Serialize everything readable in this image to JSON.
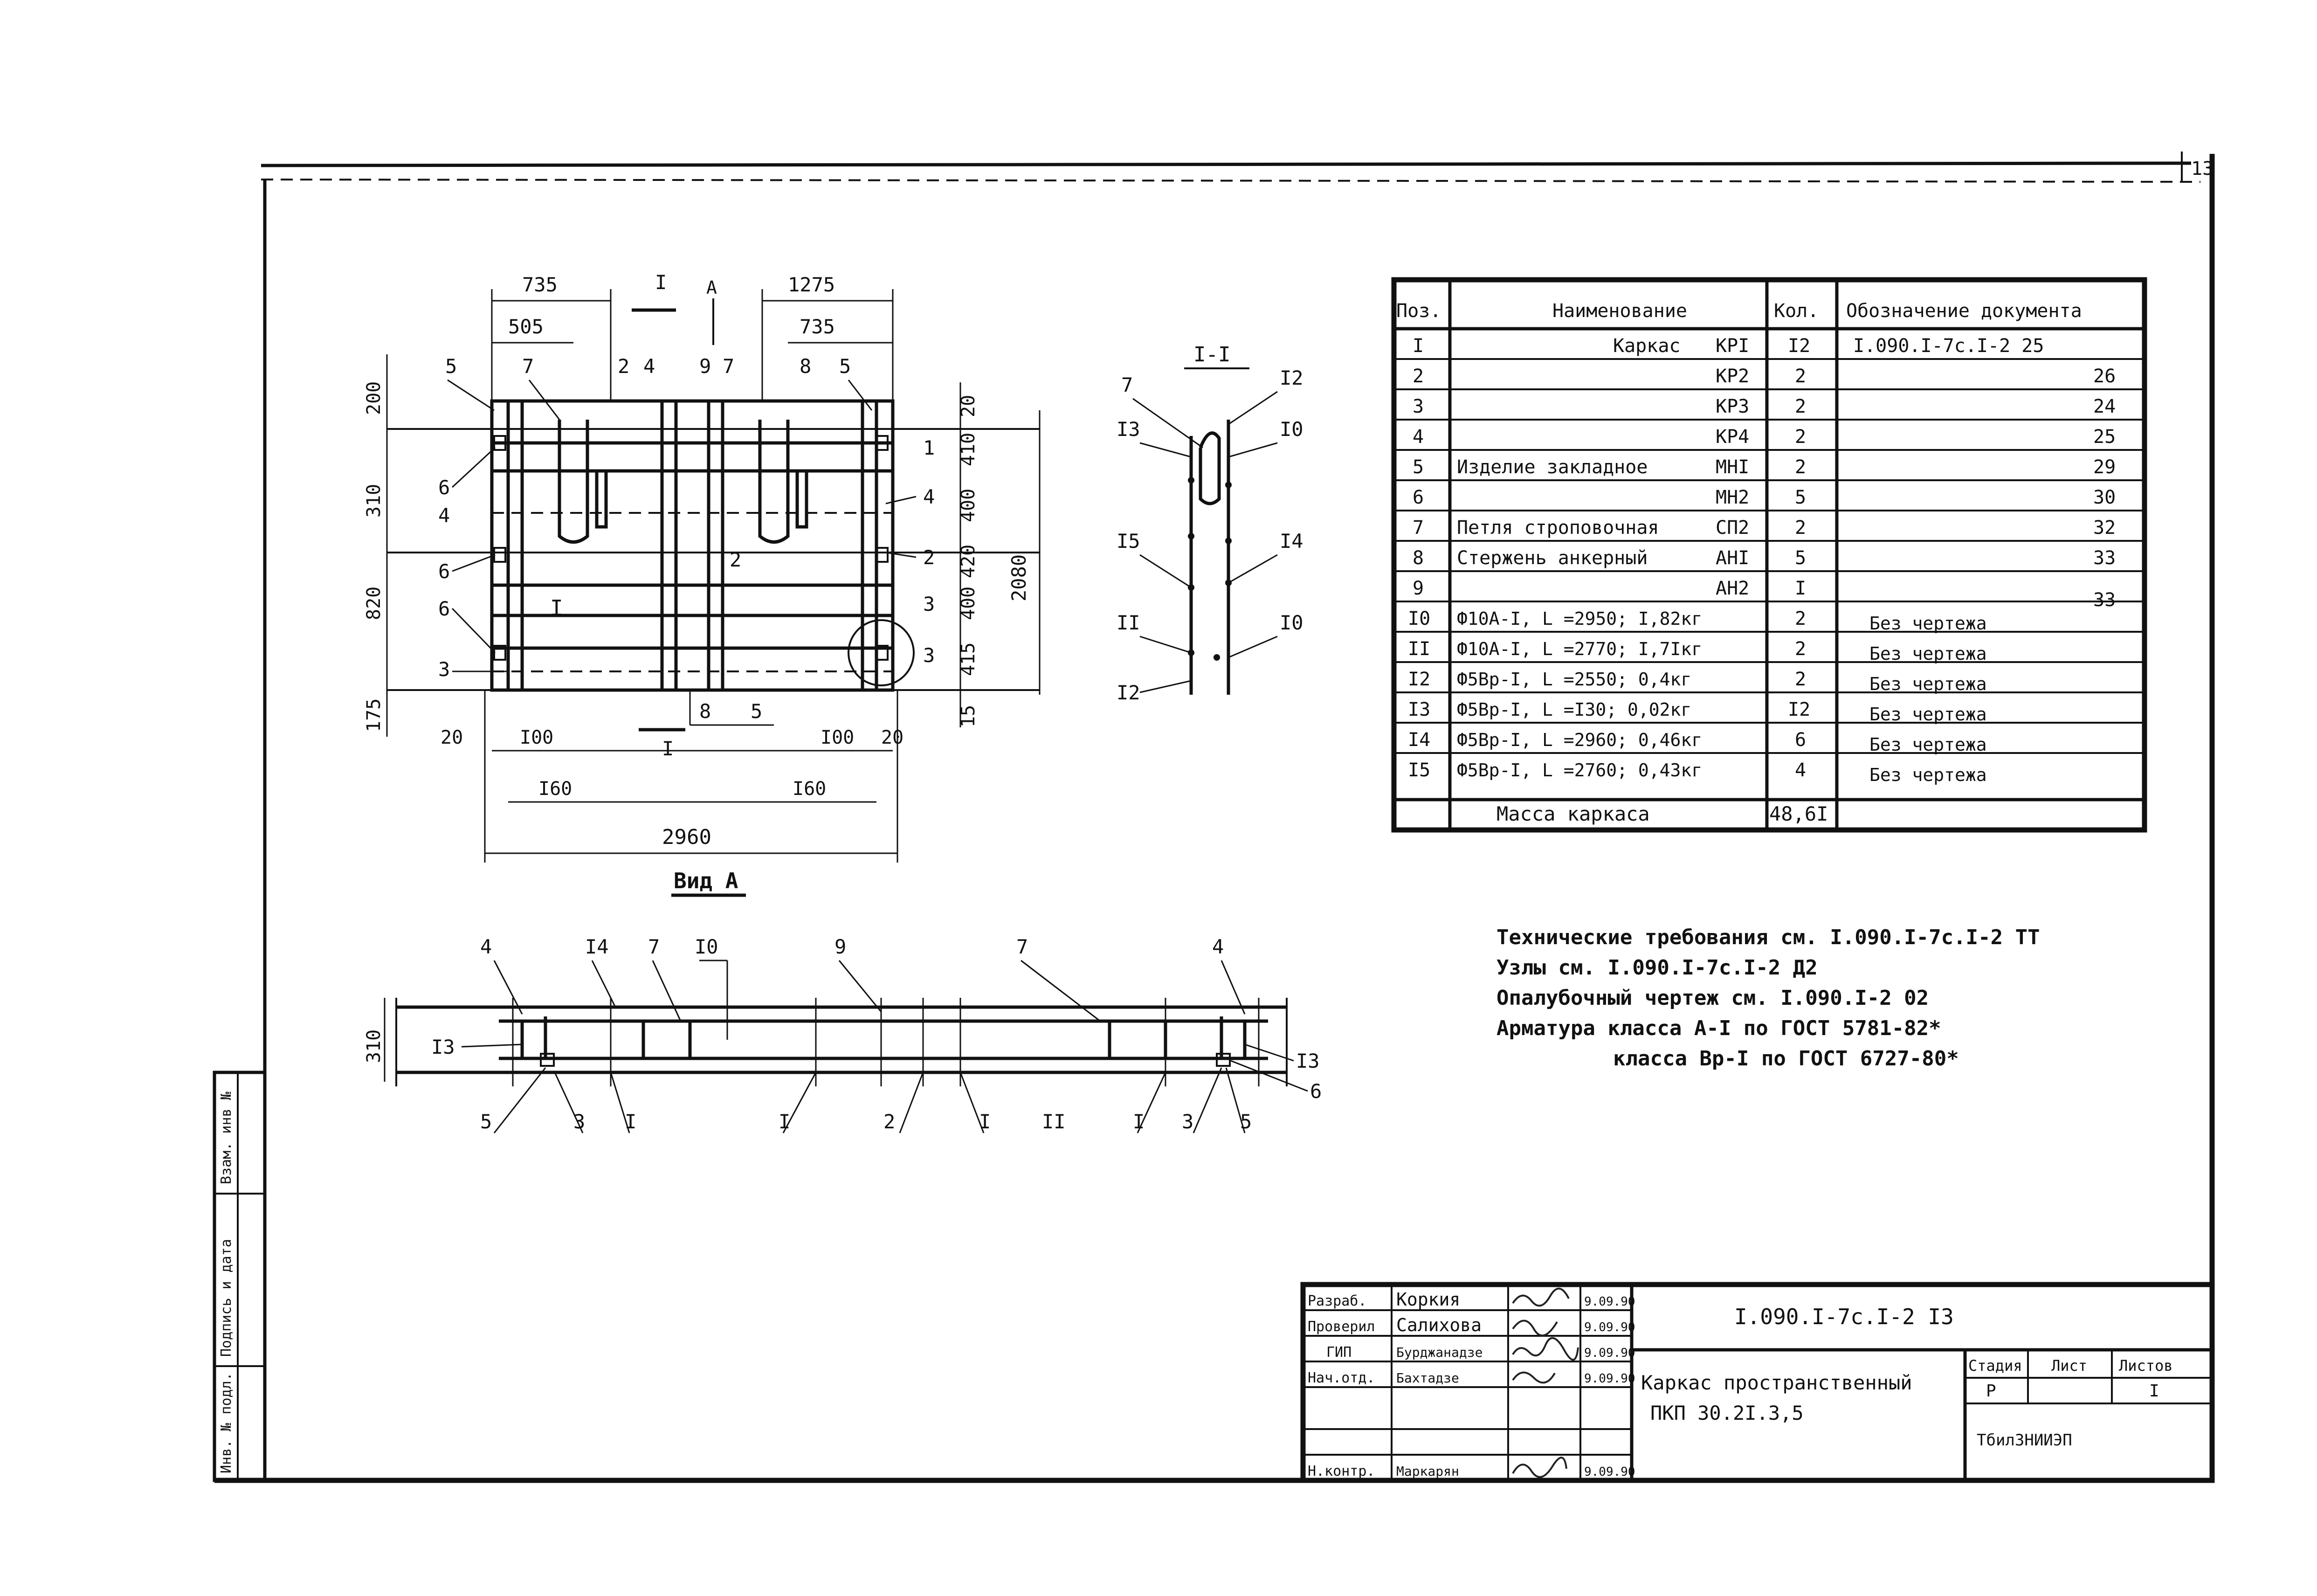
{
  "sheet_number": "13",
  "section_label": "I-I",
  "view_label": "Вид А",
  "main_view": {
    "dims_top": [
      "735",
      "505",
      "1275",
      "735"
    ],
    "top_markers": [
      "I",
      "А"
    ],
    "callouts_top": [
      "5",
      "7",
      "2",
      "4",
      "9",
      "7",
      "8",
      "5"
    ],
    "left_dims": [
      "200",
      "310",
      "820",
      "175"
    ],
    "left_callouts": [
      "6",
      "4",
      "6",
      "6",
      "3"
    ],
    "right_dims_inner": [
      "20",
      "410",
      "400",
      "420",
      "400",
      "415",
      "15"
    ],
    "right_overall": "2080",
    "right_callouts": [
      "1",
      "4",
      "2",
      "3",
      "3"
    ],
    "center_labels": [
      "2",
      "I"
    ],
    "bottom_callouts": [
      "8",
      "5"
    ],
    "bottom_dims": [
      "20",
      "I00",
      "I60",
      "I00",
      "20",
      "I60",
      "2960"
    ],
    "cut_marker": "I"
  },
  "section": {
    "callouts": [
      "7",
      "I2",
      "I3",
      "I0",
      "I5",
      "I4",
      "II",
      "I0",
      "I2"
    ]
  },
  "plan_view": {
    "height_dim": "310",
    "top_callouts": [
      "4",
      "I4",
      "7",
      "I0",
      "9",
      "7",
      "4"
    ],
    "bottom_callouts": [
      "5",
      "3",
      "I",
      "I",
      "2",
      "I",
      "II",
      "I",
      "3",
      "5"
    ],
    "side_callouts": [
      "I3",
      "I3",
      "6"
    ]
  },
  "spec_table": {
    "headers": [
      "Поз.",
      "Наименование",
      "Кол.",
      "Обозначение документа"
    ],
    "rows": [
      {
        "pos": "I",
        "name": "Каркас",
        "mark": "КРI",
        "qty": "I2",
        "doc": "I.090.I-7с.I-2 25"
      },
      {
        "pos": "2",
        "name": "",
        "mark": "КР2",
        "qty": "2",
        "doc": "26"
      },
      {
        "pos": "3",
        "name": "",
        "mark": "КР3",
        "qty": "2",
        "doc": "24"
      },
      {
        "pos": "4",
        "name": "",
        "mark": "КР4",
        "qty": "2",
        "doc": "25"
      },
      {
        "pos": "5",
        "name": "Изделие закладное",
        "mark": "МНI",
        "qty": "2",
        "doc": "29"
      },
      {
        "pos": "6",
        "name": "",
        "mark": "МН2",
        "qty": "5",
        "doc": "30"
      },
      {
        "pos": "7",
        "name": "Петля строповочная",
        "mark": "СП2",
        "qty": "2",
        "doc": "32"
      },
      {
        "pos": "8",
        "name": "Стержень анкерный",
        "mark": "АНI",
        "qty": "5",
        "doc": "33"
      },
      {
        "pos": "9",
        "name": "",
        "mark": "АН2",
        "qty": "I",
        "doc": "33"
      },
      {
        "pos": "I0",
        "name": "Ф10А-I, L =2950; I,82кг",
        "mark": "",
        "qty": "2",
        "doc": "Без чертежа"
      },
      {
        "pos": "II",
        "name": "Ф10А-I, L =2770; I,7Iкг",
        "mark": "",
        "qty": "2",
        "doc": "Без чертежа"
      },
      {
        "pos": "I2",
        "name": "Ф5Вр-I, L =2550; 0,4кг",
        "mark": "",
        "qty": "2",
        "doc": "Без чертежа"
      },
      {
        "pos": "I3",
        "name": "Ф5Вр-I, L =I30; 0,02кг",
        "mark": "",
        "qty": "I2",
        "doc": "Без чертежа"
      },
      {
        "pos": "I4",
        "name": "Ф5Вр-I, L =2960; 0,46кг",
        "mark": "",
        "qty": "6",
        "doc": "Без чертежа"
      },
      {
        "pos": "I5",
        "name": "Ф5Вр-I, L =2760; 0,43кг",
        "mark": "",
        "qty": "4",
        "doc": "Без чертежа"
      }
    ],
    "mass_label": "Масса каркаса",
    "mass_value": "48,6I"
  },
  "notes": [
    "Технические требования см. I.090.I-7с.I-2 ТТ",
    "Узлы см. I.090.I-7с.I-2 Д2",
    "Опалубочный чертеж см. I.090.I-2 02",
    "Арматура класса А-I по ГОСТ 5781-82*",
    "класса Вр-I по ГОСТ 6727-80*"
  ],
  "title_block": {
    "roles": [
      "Разраб.",
      "Проверил",
      "ГИП",
      "Нач.отд.",
      "",
      "Н.контр."
    ],
    "names": [
      "Коркия",
      "Салихова",
      "Бурджанадзе",
      "Бахтадзе",
      "",
      "Маркарян"
    ],
    "dates": [
      "9.09.90",
      "9.09.90",
      "9.09.90",
      "9.09.90",
      "",
      "9.09.90"
    ],
    "code": "I.090.I-7с.I-2 I3",
    "title_line1": "Каркас пространственный",
    "title_line2": "ПКП 30.2I.3,5",
    "stage_header": "Стадия",
    "sheet_header": "Лист",
    "sheets_header": "Листов",
    "stage_value": "Р",
    "sheets_value": "I",
    "org": "ТбилЗНИИЭП"
  },
  "side_stamp": [
    "Инв. № подл.",
    "Подпись и дата",
    "Взам. инв №"
  ]
}
